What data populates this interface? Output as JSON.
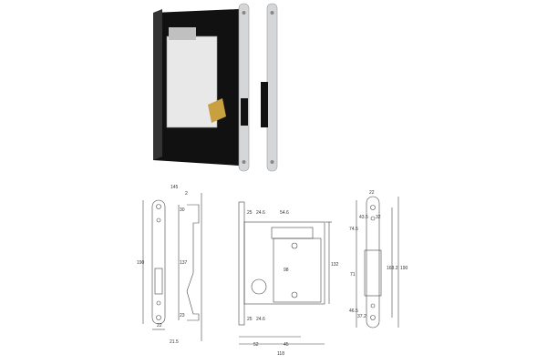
{
  "photo": {
    "body_color": "#1a1a1a",
    "plate_color": "#d4d6d8",
    "latch_color": "#c8a040"
  },
  "drawing_faceplate": {
    "labels": [
      "145",
      "2",
      "30",
      "190",
      "137",
      "22",
      "23",
      "21.5"
    ]
  },
  "drawing_body": {
    "labels": [
      "25",
      "24.6",
      "54.6",
      "98",
      "132",
      "25",
      "24.6",
      "52",
      "45",
      "118"
    ]
  },
  "drawing_striker": {
    "labels": [
      "22",
      "43.5",
      "74.5",
      "32",
      "71",
      "168.2",
      "190",
      "46.5",
      "37.2"
    ]
  }
}
